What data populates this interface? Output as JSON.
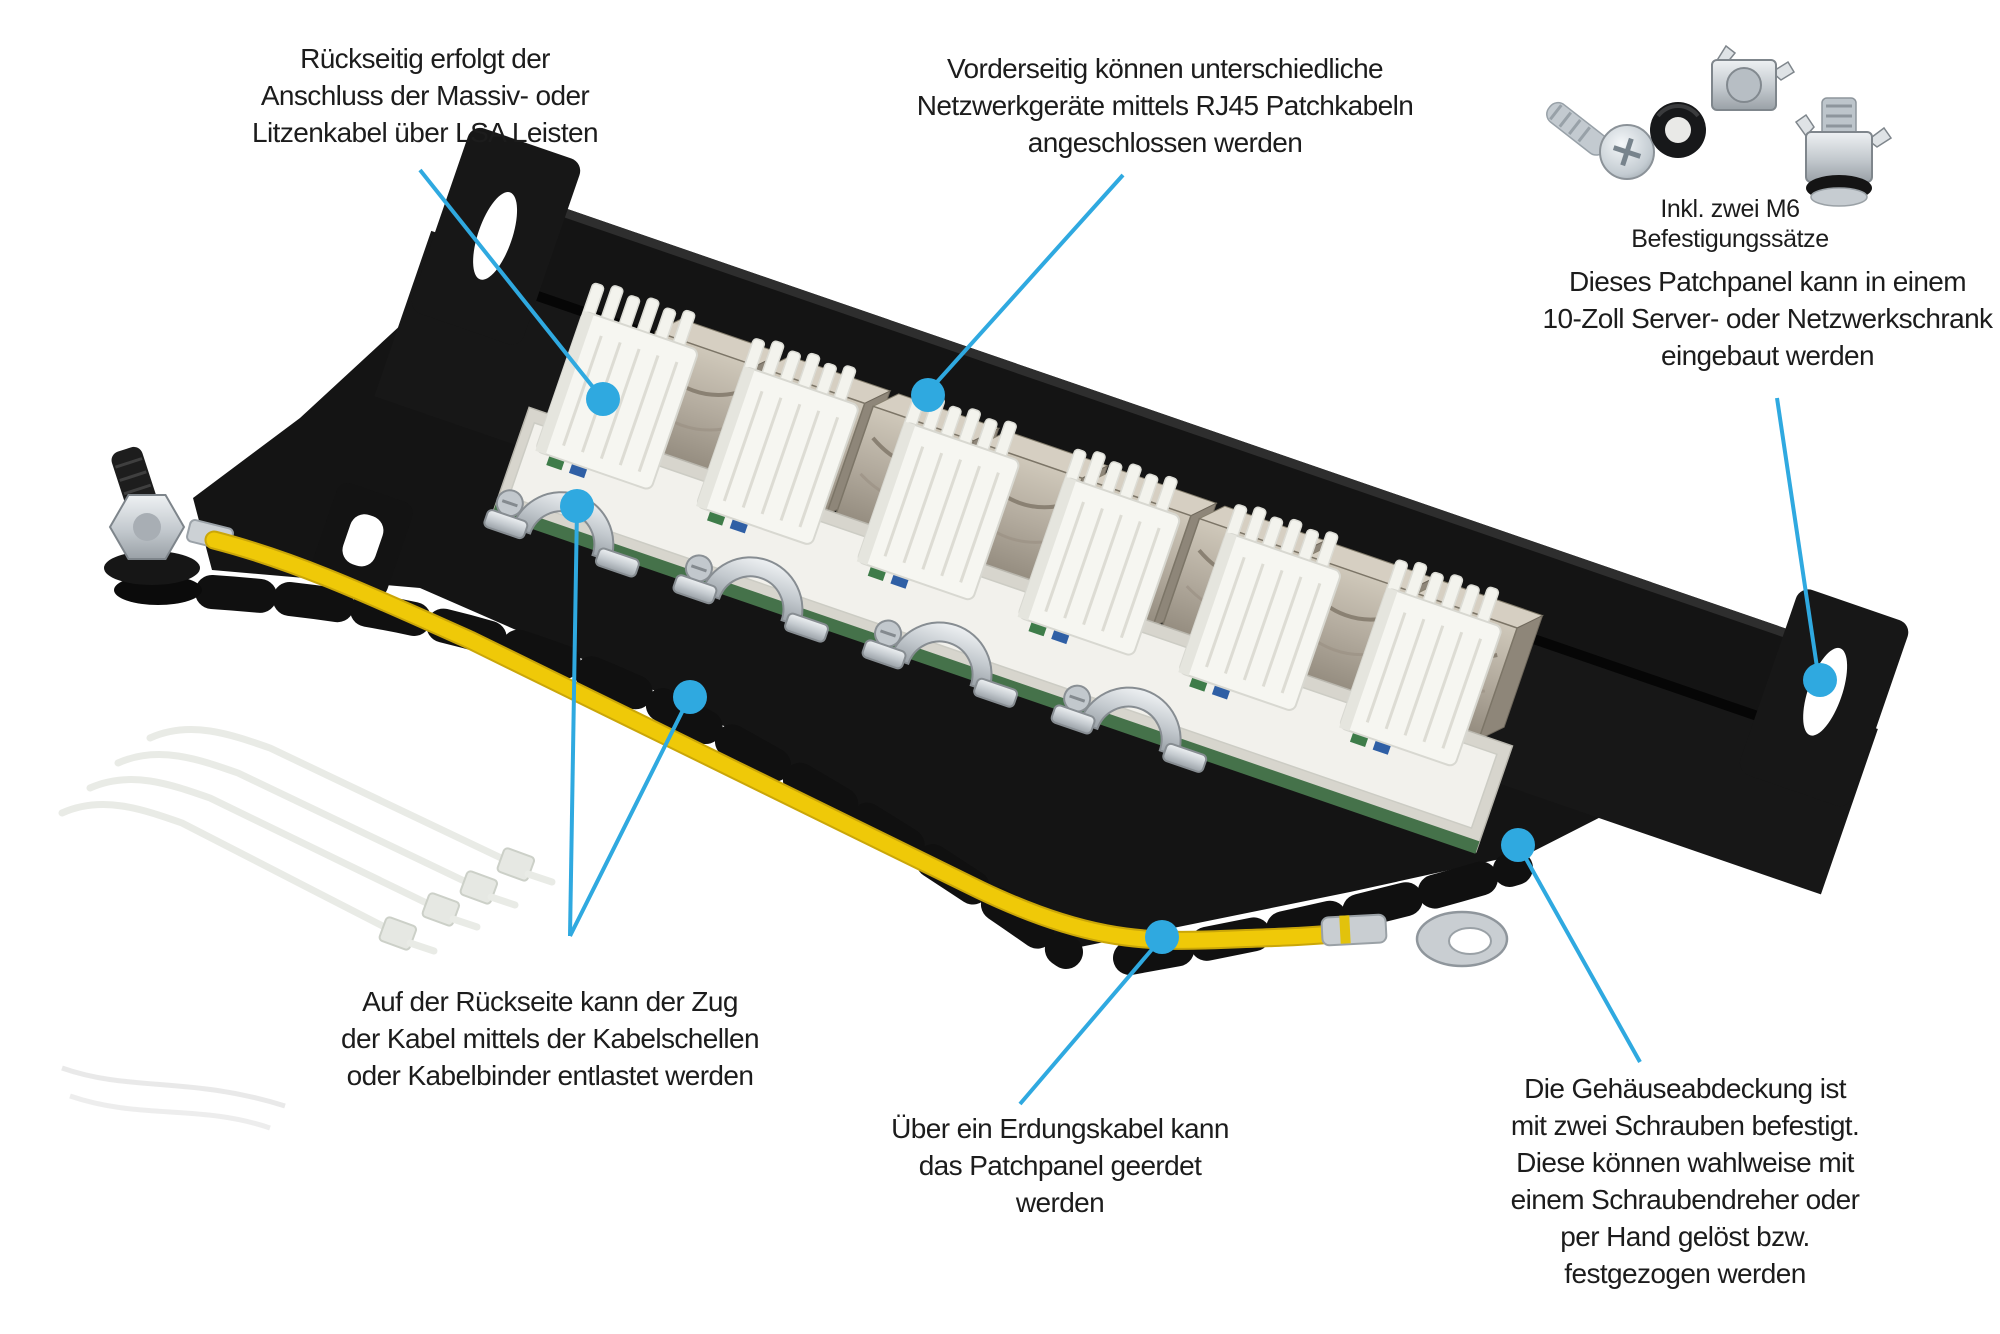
{
  "annotations": {
    "back_lsa": {
      "lines": [
        "Rückseitig erfolgt der",
        "Anschluss der Massiv- oder",
        "Litzenkabel über LSA Leisten"
      ]
    },
    "front_rj45": {
      "lines": [
        "Vorderseitig können unterschiedliche",
        "Netzwerkgeräte mittels RJ45 Patchkabeln",
        "angeschlossen werden"
      ]
    },
    "m6_caption": {
      "text": "Inkl. zwei M6 Befestigungssätze"
    },
    "rack_mount": {
      "lines": [
        "Dieses Patchpanel kann in einem",
        "10-Zoll Server- oder Netzwerkschrank",
        "eingebaut werden"
      ]
    },
    "strain_relief": {
      "lines": [
        "Auf der Rückseite kann der Zug",
        "der Kabel mittels der Kabelschellen",
        "oder Kabelbinder entlastet werden"
      ]
    },
    "grounding": {
      "lines": [
        "Über ein Erdungskabel kann",
        "das Patchpanel geerdet werden"
      ]
    },
    "cover_screws": {
      "lines": [
        "Die Gehäuseabdeckung ist",
        "mit zwei Schrauben befestigt.",
        "Diese können wahlweise mit",
        "einem Schraubendreher oder",
        "per Hand gelöst bzw.",
        "festgezogen werden"
      ]
    }
  },
  "colors": {
    "callout_accent": "#2FA9E0",
    "text": "#1c1c1c",
    "panel_black": "#141414",
    "ground_cable_yellow": "#EFC908"
  }
}
